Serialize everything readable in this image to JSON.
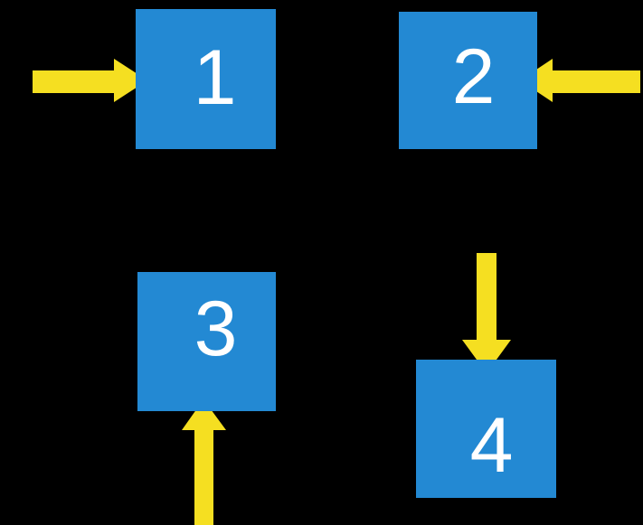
{
  "diagram": {
    "title": "Four-node block diagram with directional arrows",
    "background_color": "#000000",
    "node_color": "#2389d3",
    "node_text_color": "#ffffff",
    "arrow_color": "#f5df21",
    "nodes": [
      {
        "id": "1",
        "label": "1",
        "name": "node-box-1"
      },
      {
        "id": "2",
        "label": "2",
        "name": "node-box-2"
      },
      {
        "id": "3",
        "label": "3",
        "name": "node-box-3"
      },
      {
        "id": "4",
        "label": "4",
        "name": "node-box-4"
      }
    ],
    "arrows": [
      {
        "id": "a1",
        "icon": "arrow-right-icon",
        "direction": "right",
        "points_to": "1",
        "enters_edge": "left"
      },
      {
        "id": "a2",
        "icon": "arrow-left-icon",
        "direction": "left",
        "points_to": "2",
        "enters_edge": "right"
      },
      {
        "id": "a3",
        "icon": "arrow-up-icon",
        "direction": "up",
        "points_to": "3",
        "enters_edge": "bottom"
      },
      {
        "id": "a4",
        "icon": "arrow-down-icon",
        "direction": "down",
        "points_to": "4",
        "enters_edge": "top"
      }
    ]
  }
}
